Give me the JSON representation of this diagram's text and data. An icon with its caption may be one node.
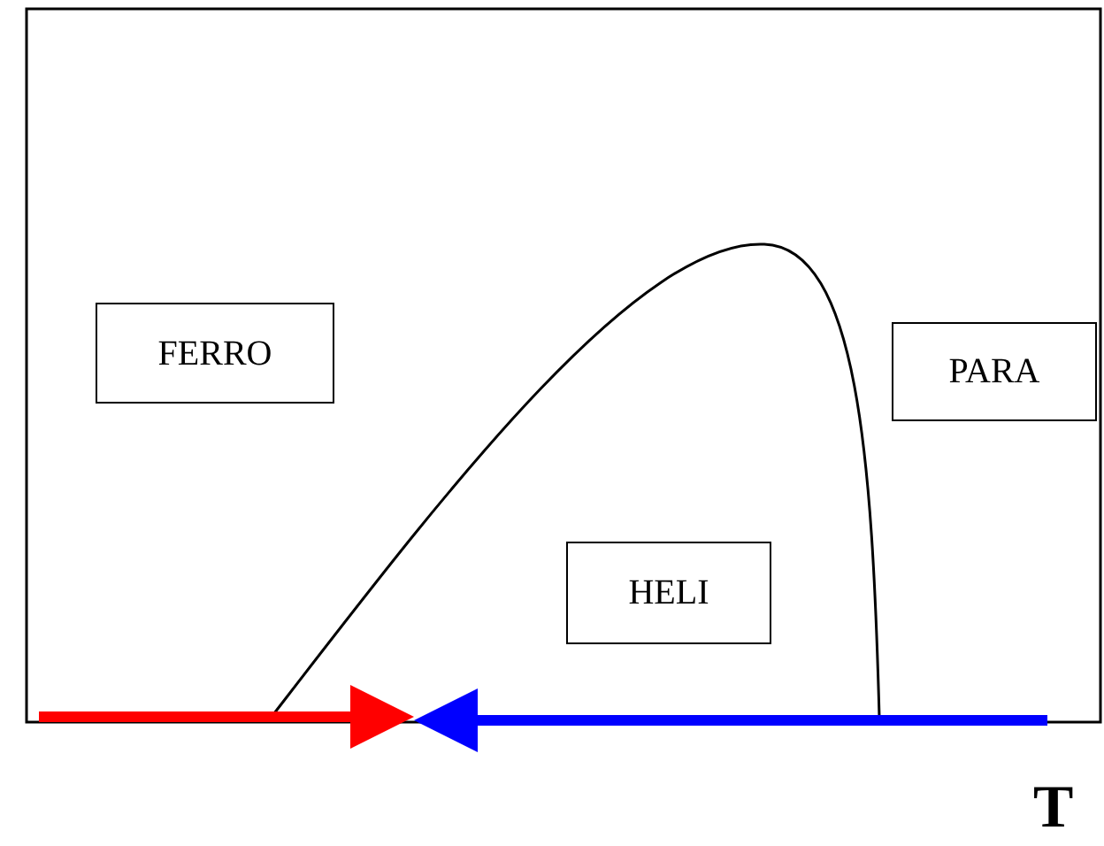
{
  "diagram": {
    "nodes": [
      {
        "text": [
          "FERRO"
        ]
      },
      {
        "text": [
          "PARA"
        ]
      },
      {
        "text": [
          "HELI"
        ]
      }
    ],
    "labels": [
      "T"
    ]
  }
}
